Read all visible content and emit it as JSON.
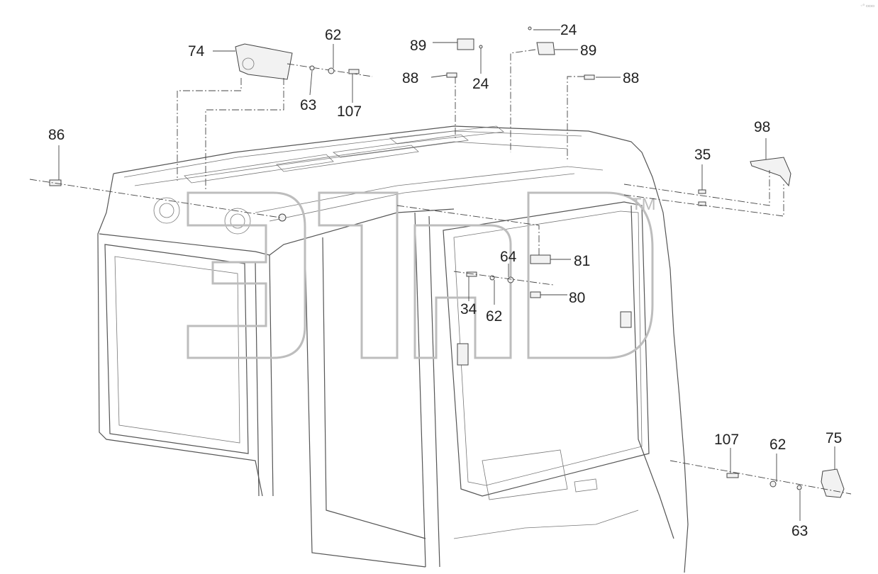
{
  "watermark": {
    "text": "элар",
    "trademark": "TM"
  },
  "corner_mark": "◦⁰ ▫▫▫",
  "callouts": [
    {
      "id": "c74a",
      "text": "74"
    },
    {
      "id": "c62a",
      "text": "62"
    },
    {
      "id": "c63a",
      "text": "63"
    },
    {
      "id": "c107a",
      "text": "107"
    },
    {
      "id": "c89a",
      "text": "89"
    },
    {
      "id": "c88a",
      "text": "88"
    },
    {
      "id": "c24a",
      "text": "24"
    },
    {
      "id": "c24b",
      "text": "24"
    },
    {
      "id": "c89b",
      "text": "89"
    },
    {
      "id": "c88b",
      "text": "88"
    },
    {
      "id": "c86",
      "text": "86"
    },
    {
      "id": "c98",
      "text": "98"
    },
    {
      "id": "c35",
      "text": "35"
    },
    {
      "id": "c64",
      "text": "64"
    },
    {
      "id": "c81",
      "text": "81"
    },
    {
      "id": "c34",
      "text": "34"
    },
    {
      "id": "c62b",
      "text": "62"
    },
    {
      "id": "c80",
      "text": "80"
    },
    {
      "id": "c107b",
      "text": "107"
    },
    {
      "id": "c62c",
      "text": "62"
    },
    {
      "id": "c75",
      "text": "75"
    },
    {
      "id": "c63b",
      "text": "63"
    }
  ]
}
